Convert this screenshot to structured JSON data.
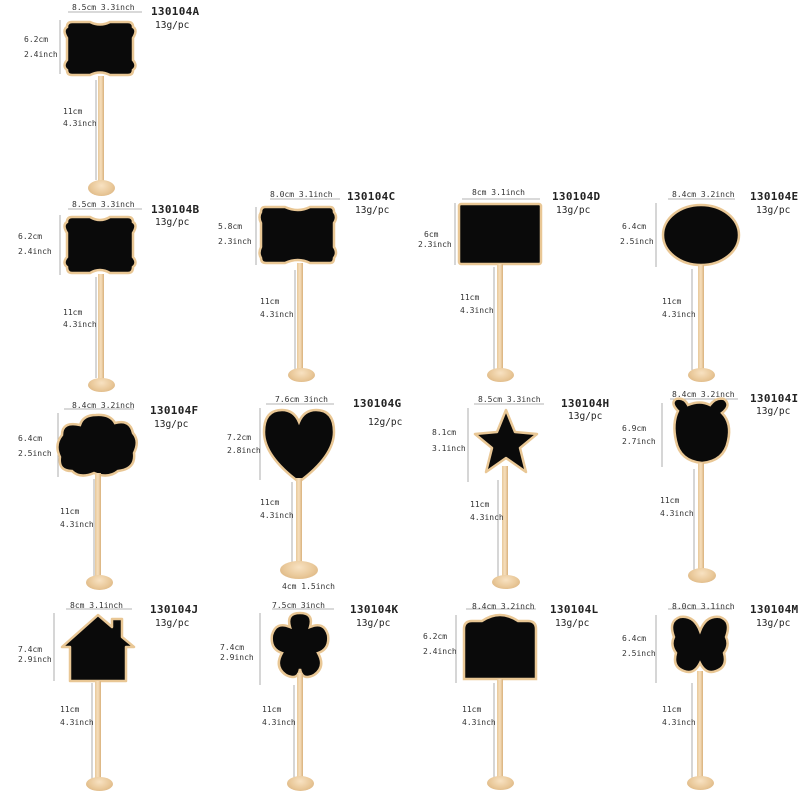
{
  "items": [
    {
      "code": "130104A",
      "weight": "13g/pc",
      "width": "8.5cm 3.3inch",
      "height_cm": "6.2cm",
      "height_in": "2.4inch",
      "stem_cm": "11cm",
      "stem_in": "4.3inch",
      "shape": "frame-rectangle"
    },
    {
      "code": "130104B",
      "weight": "13g/pc",
      "width": "8.5cm 3.3inch",
      "height_cm": "6.2cm",
      "height_in": "2.4inch",
      "stem_cm": "11cm",
      "stem_in": "4.3inch",
      "shape": "frame-rectangle"
    },
    {
      "code": "130104C",
      "weight": "13g/pc",
      "width": "8.0cm 3.1inch",
      "height_cm": "5.8cm",
      "height_in": "2.3inch",
      "stem_cm": "11cm",
      "stem_in": "4.3inch",
      "shape": "frame-scalloped"
    },
    {
      "code": "130104D",
      "weight": "13g/pc",
      "width": "8cm  3.1inch",
      "height_cm": "6cm",
      "height_in": "2.3inch",
      "stem_cm": "11cm",
      "stem_in": "4.3inch",
      "shape": "rectangle"
    },
    {
      "code": "130104E",
      "weight": "13g/pc",
      "width": "8.4cm 3.2inch",
      "height_cm": "6.4cm",
      "height_in": "2.5inch",
      "stem_cm": "11cm",
      "stem_in": "4.3inch",
      "shape": "oval"
    },
    {
      "code": "130104F",
      "weight": "13g/pc",
      "width": "8.4cm 3.2inch",
      "height_cm": "6.4cm",
      "height_in": "2.5inch",
      "stem_cm": "11cm",
      "stem_in": "4.3inch",
      "shape": "cloud"
    },
    {
      "code": "130104G",
      "weight": "12g/pc",
      "width": "7.6cm  3inch",
      "height_cm": "7.2cm",
      "height_in": "2.8inch",
      "stem_cm": "11cm",
      "stem_in": "4.3inch",
      "base_label": "4cm  1.5inch",
      "shape": "heart"
    },
    {
      "code": "130104H",
      "weight": "13g/pc",
      "width": "8.5cm 3.3inch",
      "height_cm": "8.1cm",
      "height_in": "3.1inch",
      "stem_cm": "11cm",
      "stem_in": "4.3inch",
      "shape": "star"
    },
    {
      "code": "130104I",
      "weight": "13g/pc",
      "width": "8.4cm 3.2inch",
      "height_cm": "6.9cm",
      "height_in": "2.7inch",
      "stem_cm": "11cm",
      "stem_in": "4.3inch",
      "shape": "bear"
    },
    {
      "code": "130104J",
      "weight": "13g/pc",
      "width": "8cm  3.1inch",
      "height_cm": "7.4cm",
      "height_in": "2.9inch",
      "stem_cm": "11cm",
      "stem_in": "4.3inch",
      "shape": "house"
    },
    {
      "code": "130104K",
      "weight": "13g/pc",
      "width": "7.5cm  3inch",
      "height_cm": "7.4cm",
      "height_in": "2.9inch",
      "stem_cm": "11cm",
      "stem_in": "4.3inch",
      "shape": "flower"
    },
    {
      "code": "130104L",
      "weight": "13g/pc",
      "width": "8.4cm 3.2inch",
      "height_cm": "6.2cm",
      "height_in": "2.4inch",
      "stem_cm": "11cm",
      "stem_in": "4.3inch",
      "shape": "arch-top"
    },
    {
      "code": "130104M",
      "weight": "13g/pc",
      "width": "8.0cm 3.1inch",
      "height_cm": "6.4cm",
      "height_in": "2.5inch",
      "stem_cm": "11cm",
      "stem_in": "4.3inch",
      "shape": "butterfly"
    }
  ],
  "colors": {
    "board": "#0a0a0a",
    "wood": "#e9c795"
  }
}
